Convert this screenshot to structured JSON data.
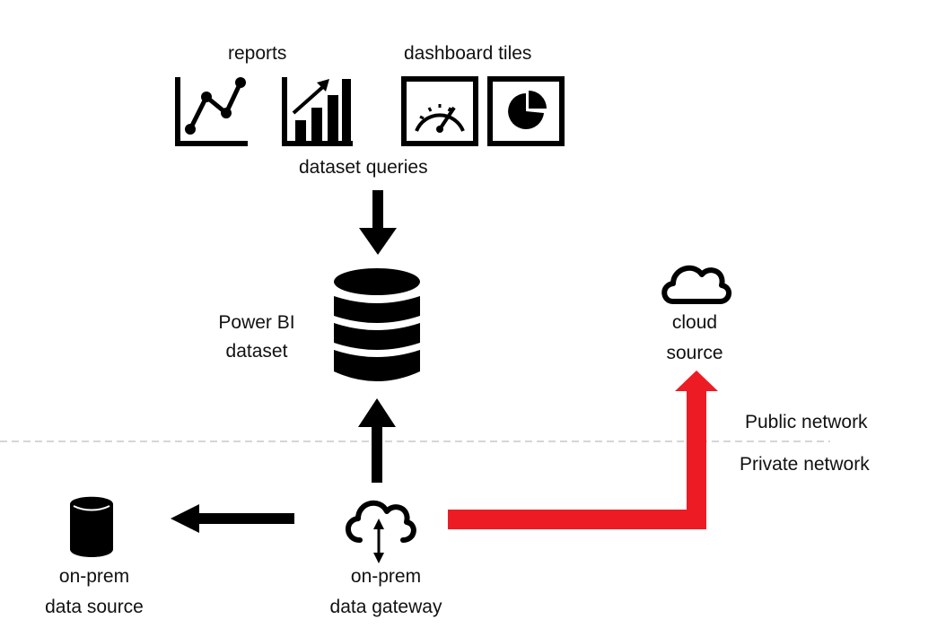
{
  "labels": {
    "reports": "reports",
    "dashboard_tiles": "dashboard tiles",
    "dataset_queries": "dataset queries",
    "power_bi_line1": "Power BI",
    "power_bi_line2": "dataset",
    "cloud_line1": "cloud",
    "cloud_line2": "source",
    "public_network": "Public network",
    "private_network": "Private network",
    "onprem_source_line1": "on-prem",
    "onprem_source_line2": "data source",
    "gateway_line1": "on-prem",
    "gateway_line2": "data gateway"
  },
  "icons": {
    "report_line": "line-chart-icon",
    "report_bar": "bar-chart-icon",
    "tile_gauge": "gauge-icon",
    "tile_pie": "pie-chart-icon",
    "dataset": "database-icon",
    "cloud": "cloud-icon",
    "onprem_source": "database-cylinder-icon",
    "gateway": "cloud-gateway-icon"
  },
  "colors": {
    "ink": "#000000",
    "highlight_arrow": "#ed1c24",
    "divider": "#c8c8c8"
  }
}
